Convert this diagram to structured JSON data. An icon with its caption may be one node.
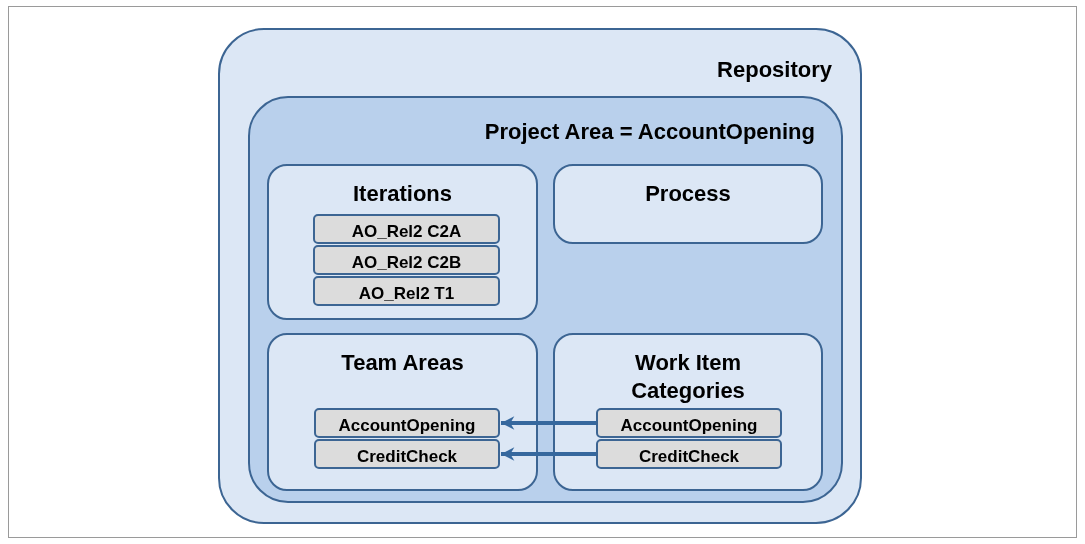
{
  "diagram": {
    "nodes": [
      {
        "text": [
          "Repository"
        ]
      },
      {
        "text": [
          "Project Area = AccountOpening"
        ],
        "in": 0
      },
      {
        "text": [
          "Iterations"
        ],
        "in": 1
      },
      {
        "text": [
          "AO_Rel2 C2A"
        ],
        "in": 2
      },
      {
        "text": [
          "AO_Rel2 C2B"
        ],
        "in": 2
      },
      {
        "text": [
          "AO_Rel2 T1"
        ],
        "in": 2
      },
      {
        "text": [
          "Process"
        ],
        "in": 1
      },
      {
        "text": [
          "Team Areas"
        ],
        "in": 1
      },
      {
        "text": [
          "AccountOpening"
        ],
        "in": 7
      },
      {
        "text": [
          "CreditCheck"
        ],
        "in": 7
      },
      {
        "text": [
          "Work Item Categories"
        ],
        "in": 1
      },
      {
        "text": [
          "AccountOpening"
        ],
        "in": 10
      },
      {
        "text": [
          "CreditCheck"
        ],
        "in": 10
      }
    ],
    "edges": [
      {
        "from": 11,
        "to": 8,
        "arrow": "to"
      },
      {
        "from": 12,
        "to": 9,
        "arrow": "to"
      }
    ]
  }
}
